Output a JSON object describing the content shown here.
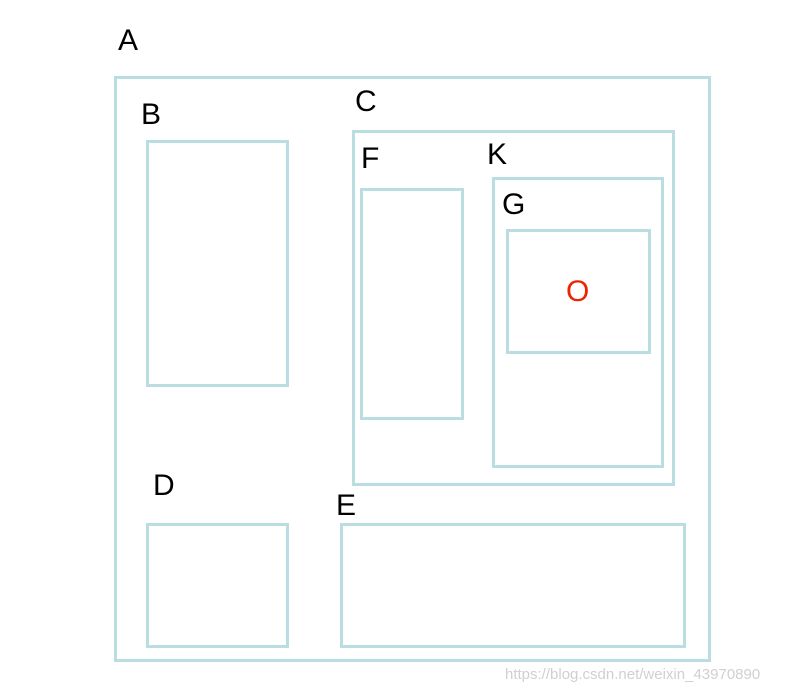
{
  "labels": {
    "a": "A",
    "b": "B",
    "c": "C",
    "d": "D",
    "e": "E",
    "f": "F",
    "g": "G",
    "k": "K"
  },
  "marker": "O",
  "watermark": "https://blog.csdn.net/weixin_43970890",
  "colors": {
    "border": "#b9dde0",
    "marker": "#ee2200",
    "label": "#000000",
    "background": "#ffffff"
  }
}
